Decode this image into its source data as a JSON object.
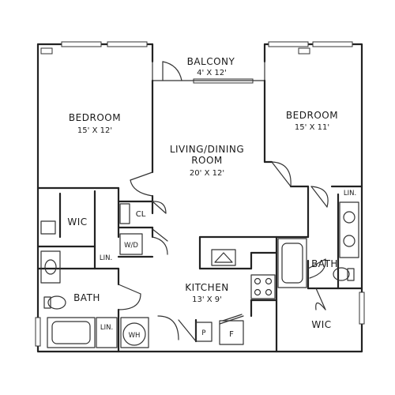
{
  "rooms": {
    "balcony": {
      "name": "BALCONY",
      "size": "4' X 12'"
    },
    "bedroom_left": {
      "name": "BEDROOM",
      "size": "15' X 12'"
    },
    "bedroom_right": {
      "name": "BEDROOM",
      "size": "15' X 11'"
    },
    "living": {
      "name_line1": "LIVING/DINING",
      "name_line2": "ROOM",
      "size": "20' X 12'"
    },
    "kitchen": {
      "name": "KITCHEN",
      "size": "13' X 9'"
    }
  },
  "labels": {
    "wic_left": "WIC",
    "wic_right": "WIC",
    "bath_left": "BATH",
    "bath_right": "BATH",
    "closet": "CL",
    "washer_dryer": "W/D",
    "linen_upper_left": "LIN.",
    "linen_lower_left": "LIN.",
    "linen_right": "LIN.",
    "water_heater": "WH",
    "pantry": "P",
    "fridge": "F"
  }
}
